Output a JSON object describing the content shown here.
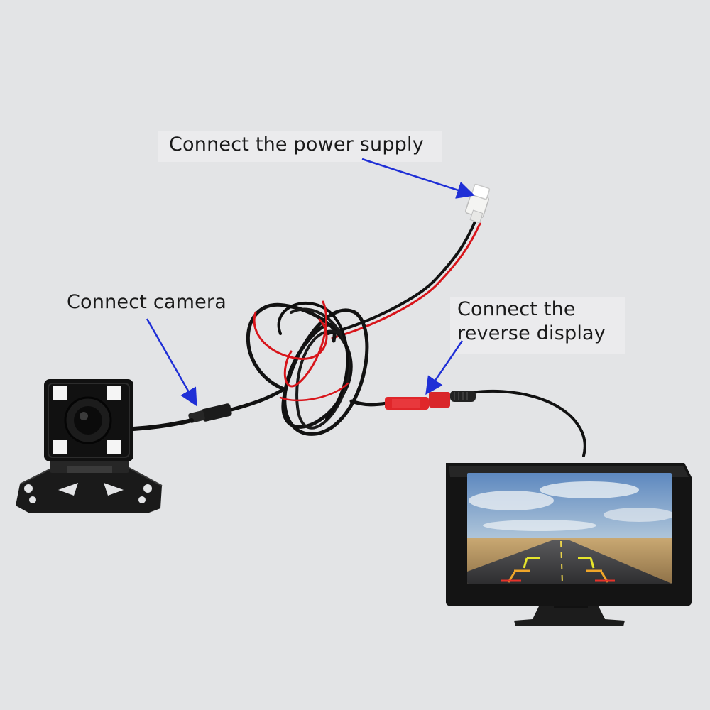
{
  "labels": {
    "power": "Connect the power supply",
    "camera": "Connect camera",
    "reverse_line1": "Connect the",
    "reverse_line2": "reverse display"
  },
  "colors": {
    "background": "#e3e4e6",
    "arrow": "#1f2fd6",
    "cable_black": "#111111",
    "cable_red": "#d8141a",
    "connector_red": "#e0262a",
    "device_black": "#161616"
  },
  "icons": {
    "camera": "backup-camera-icon",
    "monitor": "car-monitor-icon",
    "power_connector": "power-connector-icon",
    "rca_connector": "rca-connector-icon"
  }
}
